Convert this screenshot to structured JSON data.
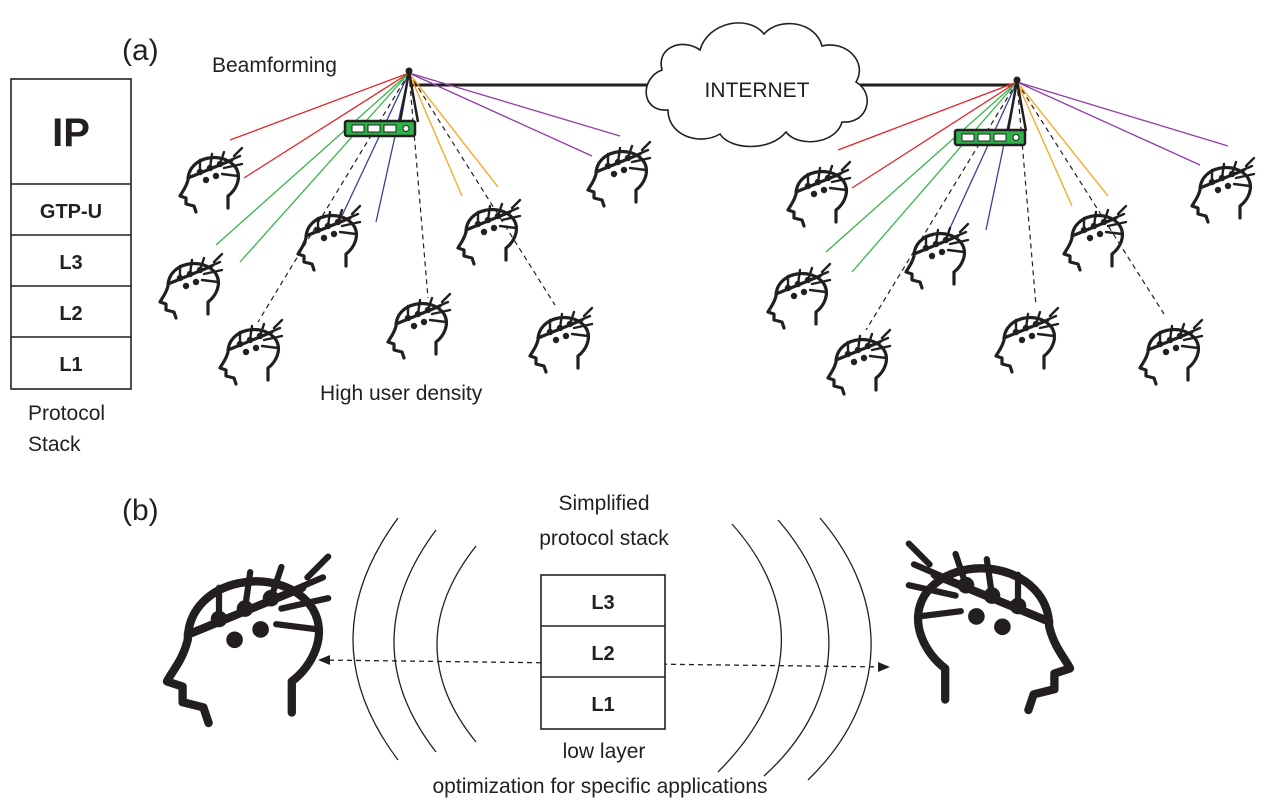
{
  "panel_a": {
    "label": "(a)",
    "beamforming_label": "Beamforming",
    "internet_label": "INTERNET",
    "density_label": "High user density",
    "protocol_stack": {
      "layers": [
        "IP",
        "GTP-U",
        "L3",
        "L2",
        "L1"
      ],
      "caption_line1": "Protocol",
      "caption_line2": "Stack"
    }
  },
  "panel_b": {
    "label": "(b)",
    "top_caption_line1": "Simplified",
    "top_caption_line2": "protocol stack",
    "layers": [
      "L3",
      "L2",
      "L1"
    ],
    "bottom_caption_line1": "low layer",
    "bottom_caption_line2": "optimization for specific applications"
  },
  "colors": {
    "ink": "#231f20",
    "beam_red": "#e3262c",
    "beam_green": "#3ab54a",
    "beam_blue": "#3a3f9c",
    "beam_orange": "#f7a51b",
    "beam_purple": "#8e3fa8",
    "router_green": "#2db34a"
  }
}
